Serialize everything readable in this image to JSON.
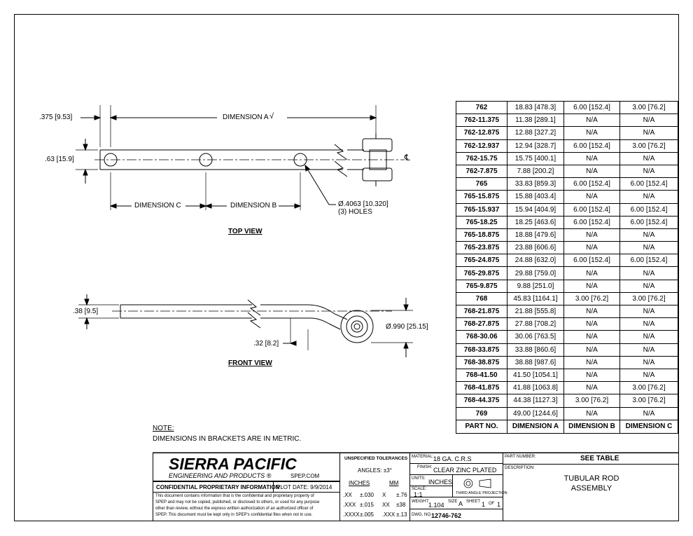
{
  "drawing": {
    "top_view": {
      "title": "TOP VIEW",
      "dim_a": "DIMENSION A",
      "dim_b": "DIMENSION B",
      "dim_c": "DIMENSION C",
      "width_label": ".375",
      "width_metric": "9.53",
      "height_label": ".63",
      "height_metric": "15.9",
      "hole_dia": "Ø.4063",
      "hole_metric": "10.320",
      "hole_count": "(3) HOLES",
      "centerline": "℄"
    },
    "front_view": {
      "title": "FRONT VIEW",
      "thickness_label": ".38",
      "thickness_metric": "9.5",
      "offset_label": ".32",
      "offset_metric": "8.2",
      "eye_dia": "Ø.990",
      "eye_metric": "25.15"
    },
    "note_title": "NOTE:",
    "note_text": "DIMENSIONS IN BRACKETS ARE IN METRIC."
  },
  "table": {
    "rows": [
      [
        "762",
        "18.83 [478.3]",
        "6.00 [152.4]",
        "3.00 [76.2]"
      ],
      [
        "762-11.375",
        "11.38 [289.1]",
        "N/A",
        "N/A"
      ],
      [
        "762-12.875",
        "12.88 [327.2]",
        "N/A",
        "N/A"
      ],
      [
        "762-12.937",
        "12.94 [328.7]",
        "6.00 [152.4]",
        "3.00 [76.2]"
      ],
      [
        "762-15.75",
        "15.75 [400.1]",
        "N/A",
        "N/A"
      ],
      [
        "762-7.875",
        "7.88 [200.2]",
        "N/A",
        "N/A"
      ],
      [
        "765",
        "33.83 [859.3]",
        "6.00 [152.4]",
        "6.00 [152.4]"
      ],
      [
        "765-15.875",
        "15.88 [403.4]",
        "N/A",
        "N/A"
      ],
      [
        "765-15.937",
        "15.94 [404.9]",
        "6.00 [152.4]",
        "6.00 [152.4]"
      ],
      [
        "765-18.25",
        "18.25 [463.6]",
        "6.00 [152.4]",
        "6.00 [152.4]"
      ],
      [
        "765-18.875",
        "18.88 [479.6]",
        "N/A",
        "N/A"
      ],
      [
        "765-23.875",
        "23.88 [606.6]",
        "N/A",
        "N/A"
      ],
      [
        "765-24.875",
        "24.88 [632.0]",
        "6.00 [152.4]",
        "6.00 [152.4]"
      ],
      [
        "765-29.875",
        "29.88 [759.0]",
        "N/A",
        "N/A"
      ],
      [
        "765-9.875",
        "9.88 [251.0]",
        "N/A",
        "N/A"
      ],
      [
        "768",
        "45.83 [1164.1]",
        "3.00 [76.2]",
        "3.00 [76.2]"
      ],
      [
        "768-21.875",
        "21.88 [555.8]",
        "N/A",
        "N/A"
      ],
      [
        "768-27.875",
        "27.88 [708.2]",
        "N/A",
        "N/A"
      ],
      [
        "768-30.06",
        "30.06 [763.5]",
        "N/A",
        "N/A"
      ],
      [
        "768-33.875",
        "33.88 [860.6]",
        "N/A",
        "N/A"
      ],
      [
        "768-38.875",
        "38.88 [987.6]",
        "N/A",
        "N/A"
      ],
      [
        "768-41.50",
        "41.50 [1054.1]",
        "N/A",
        "N/A"
      ],
      [
        "768-41.875",
        "41.88 [1063.8]",
        "N/A",
        "3.00 [76.2]"
      ],
      [
        "768-44.375",
        "44.38 [1127.3]",
        "3.00 [76.2]",
        "3.00 [76.2]"
      ],
      [
        "769",
        "49.00 [1244.6]",
        "N/A",
        "N/A"
      ]
    ],
    "headers": [
      "PART NO.",
      "DIMENSION A",
      "DIMENSION B",
      "DIMENSION C"
    ]
  },
  "title_block": {
    "company": "SIERRA PACIFIC",
    "company_sub": "ENGINEERING AND PRODUCTS",
    "website": "SPEP.COM",
    "confidential_title": "CONFIDENTIAL PROPRIETARY INFORMATION",
    "plot_date_label": "PLOT DATE:",
    "plot_date": "9/9/2014",
    "confidential_text_1": "This document contains information that is the confidential and proprietary property of",
    "confidential_text_2": "SPEP and may not be copied, published, or disclosed to others, or used for any purpose",
    "confidential_text_3": "other than review, without the express written authorization of an authorized officer of",
    "confidential_text_4": "SPEP. This document must be kept only in SPEP's confidential files when not in use.",
    "tolerances_title": "UNSPECIFIED TOLERANCES",
    "angles": "ANGLES: ±3°",
    "inches_hdr": "INCHES",
    "mm_hdr": "MM",
    "tol_rows": [
      [
        ".XX",
        "±.030",
        "X",
        "±.76"
      ],
      [
        ".XXX",
        "±.015",
        "XX",
        "±38"
      ],
      [
        ".XXXX",
        "±.005",
        ".XXX",
        "±.13"
      ]
    ],
    "material_label": "MATERIAL:",
    "material": "18 GA. C.R.S",
    "finish_label": "FINISH:",
    "finish": "CLEAR ZINC PLATED",
    "units_label": "UNITS:",
    "units": "INCHES",
    "projection": "THIRD ANGLE PROJECTION",
    "scale_label": "SCALE:",
    "scale": "1:1",
    "weight_label": "WEIGHT:",
    "weight": "1.104",
    "size_label": "SIZE",
    "size": "A",
    "sheet_label": "SHEET",
    "sheet": "1",
    "of_label": "OF",
    "sheets": "1",
    "dwg_label": "DWG. NO.",
    "dwg_no": "12746-762",
    "part_number_label": "PART NUMBER:",
    "part_number": "SEE TABLE",
    "description_label": "DESCRIPTION:",
    "description_1": "TUBULAR ROD",
    "description_2": "ASSEMBLY"
  }
}
